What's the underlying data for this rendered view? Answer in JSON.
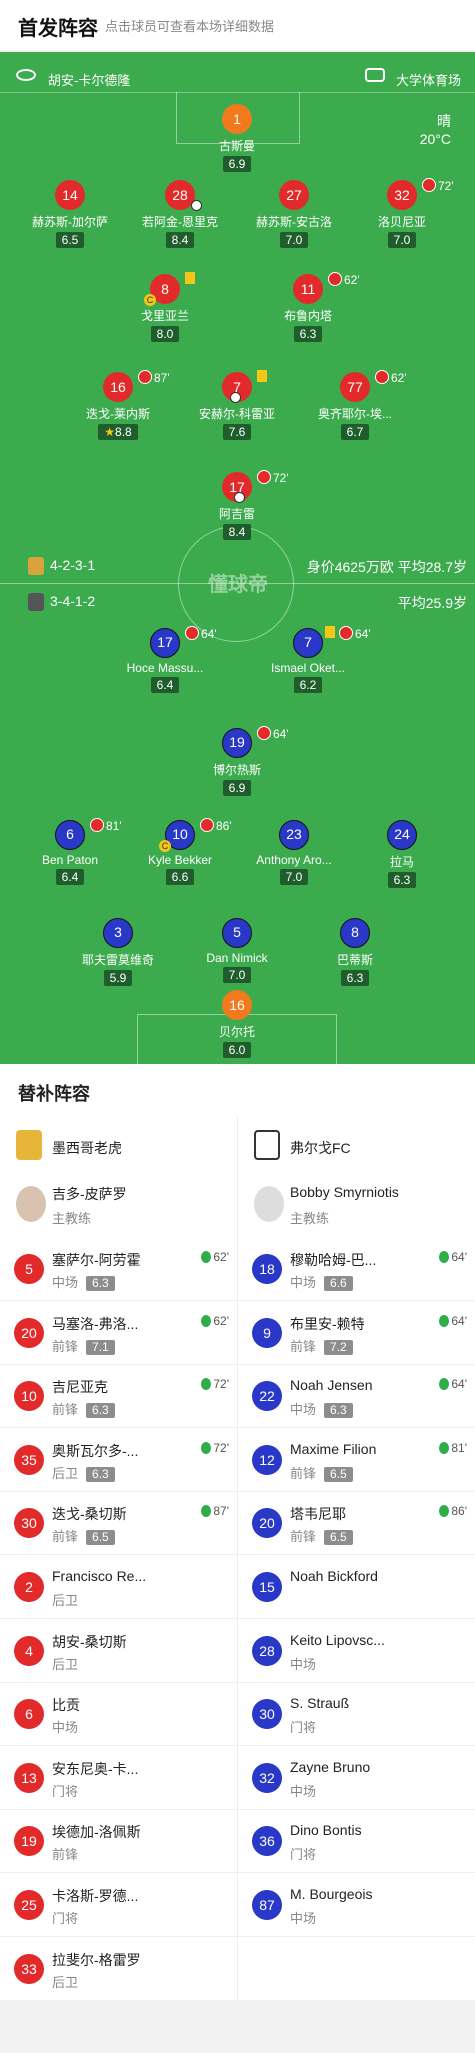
{
  "header": {
    "title": "首发阵容",
    "subtitle": "点击球员可查看本场详细数据"
  },
  "teams": {
    "home": "胡安-卡尔德隆",
    "away": "大学体育场"
  },
  "weather": {
    "cond": "晴",
    "temp": "20°C"
  },
  "watermark": "懂球帝",
  "formations": {
    "home": "4-2-3-1",
    "home_info": "身价4625万欧 平均28.7岁",
    "away": "3-4-1-2",
    "away_info": "平均25.9岁"
  },
  "home_players": [
    {
      "num": "1",
      "name": "古斯曼",
      "rating": "6.9"
    },
    {
      "num": "14",
      "name": "赫苏斯-加尔萨",
      "rating": "6.5"
    },
    {
      "num": "28",
      "name": "若阿金-恩里克",
      "rating": "8.4"
    },
    {
      "num": "27",
      "name": "赫苏斯-安古洛",
      "rating": "7.0"
    },
    {
      "num": "32",
      "name": "洛贝尼亚",
      "rating": "7.0",
      "sub": "72'"
    },
    {
      "num": "8",
      "name": "戈里亚兰",
      "rating": "8.0"
    },
    {
      "num": "11",
      "name": "布鲁内塔",
      "rating": "6.3",
      "sub": "62'"
    },
    {
      "num": "16",
      "name": "迭戈-莱内斯",
      "rating": "8.8",
      "sub": "87'"
    },
    {
      "num": "7",
      "name": "安赫尔-科雷亚",
      "rating": "7.6"
    },
    {
      "num": "77",
      "name": "奥齐耶尔-埃...",
      "rating": "6.7",
      "sub": "62'"
    },
    {
      "num": "17",
      "name": "阿吉雷",
      "rating": "8.4",
      "sub": "72'"
    }
  ],
  "away_players": [
    {
      "num": "17",
      "name": "Hoce Massu...",
      "rating": "6.4",
      "sub": "64'"
    },
    {
      "num": "7",
      "name": "Ismael Oket...",
      "rating": "6.2",
      "sub": "64'"
    },
    {
      "num": "19",
      "name": "博尔热斯",
      "rating": "6.9",
      "sub": "64'"
    },
    {
      "num": "6",
      "name": "Ben Paton",
      "rating": "6.4",
      "sub": "81'"
    },
    {
      "num": "10",
      "name": "Kyle Bekker",
      "rating": "6.6",
      "sub": "86'"
    },
    {
      "num": "23",
      "name": "Anthony Aro...",
      "rating": "7.0"
    },
    {
      "num": "24",
      "name": "拉马",
      "rating": "6.3"
    },
    {
      "num": "3",
      "name": "耶夫雷莫维奇",
      "rating": "5.9"
    },
    {
      "num": "5",
      "name": "Dan Nimick",
      "rating": "7.0"
    },
    {
      "num": "8",
      "name": "巴蒂斯",
      "rating": "6.3"
    },
    {
      "num": "16",
      "name": "贝尔托",
      "rating": "6.0"
    }
  ],
  "subs": {
    "title": "替补阵容",
    "home_team": "墨西哥老虎",
    "away_team": "弗尔戈FC",
    "home_coach": {
      "name": "吉多-皮萨罗",
      "role": "主教练"
    },
    "away_coach": {
      "name": "Bobby Smyrniotis",
      "role": "主教练"
    },
    "home": [
      {
        "num": "5",
        "name": "塞萨尔-阿劳霍",
        "pos": "中场",
        "rating": "6.3",
        "time": "62'"
      },
      {
        "num": "20",
        "name": "马塞洛-弗洛...",
        "pos": "前锋",
        "rating": "7.1",
        "time": "62'"
      },
      {
        "num": "10",
        "name": "吉尼亚克",
        "pos": "前锋",
        "rating": "6.3",
        "time": "72'"
      },
      {
        "num": "35",
        "name": "奥斯瓦尔多-...",
        "pos": "后卫",
        "rating": "6.3",
        "time": "72'"
      },
      {
        "num": "30",
        "name": "迭戈-桑切斯",
        "pos": "前锋",
        "rating": "6.5",
        "time": "87'"
      },
      {
        "num": "2",
        "name": "Francisco Re...",
        "pos": "后卫"
      },
      {
        "num": "4",
        "name": "胡安-桑切斯",
        "pos": "后卫"
      },
      {
        "num": "6",
        "name": "比贡",
        "pos": "中场"
      },
      {
        "num": "13",
        "name": "安东尼奥-卡...",
        "pos": "门将"
      },
      {
        "num": "19",
        "name": "埃德加-洛佩斯",
        "pos": "前锋"
      },
      {
        "num": "25",
        "name": "卡洛斯-罗德...",
        "pos": "门将"
      },
      {
        "num": "33",
        "name": "拉斐尔-格雷罗",
        "pos": "后卫"
      }
    ],
    "away": [
      {
        "num": "18",
        "name": "穆勒哈姆-巴...",
        "pos": "中场",
        "rating": "6.6",
        "time": "64'"
      },
      {
        "num": "9",
        "name": "布里安-赖特",
        "pos": "前锋",
        "rating": "7.2",
        "time": "64'"
      },
      {
        "num": "22",
        "name": "Noah Jensen",
        "pos": "中场",
        "rating": "6.3",
        "time": "64'"
      },
      {
        "num": "12",
        "name": "Maxime Filion",
        "pos": "前锋",
        "rating": "6.5",
        "time": "81'"
      },
      {
        "num": "20",
        "name": "塔韦尼耶",
        "pos": "前锋",
        "rating": "6.5",
        "time": "86'"
      },
      {
        "num": "15",
        "name": "Noah Bickford",
        "pos": ""
      },
      {
        "num": "28",
        "name": "Keito Lipovsc...",
        "pos": "中场"
      },
      {
        "num": "30",
        "name": "S. Strauß",
        "pos": "门将"
      },
      {
        "num": "32",
        "name": "Zayne Bruno",
        "pos": "中场"
      },
      {
        "num": "36",
        "name": "Dino Bontis",
        "pos": "门将"
      },
      {
        "num": "87",
        "name": "M. Bourgeois",
        "pos": "中场"
      }
    ]
  }
}
